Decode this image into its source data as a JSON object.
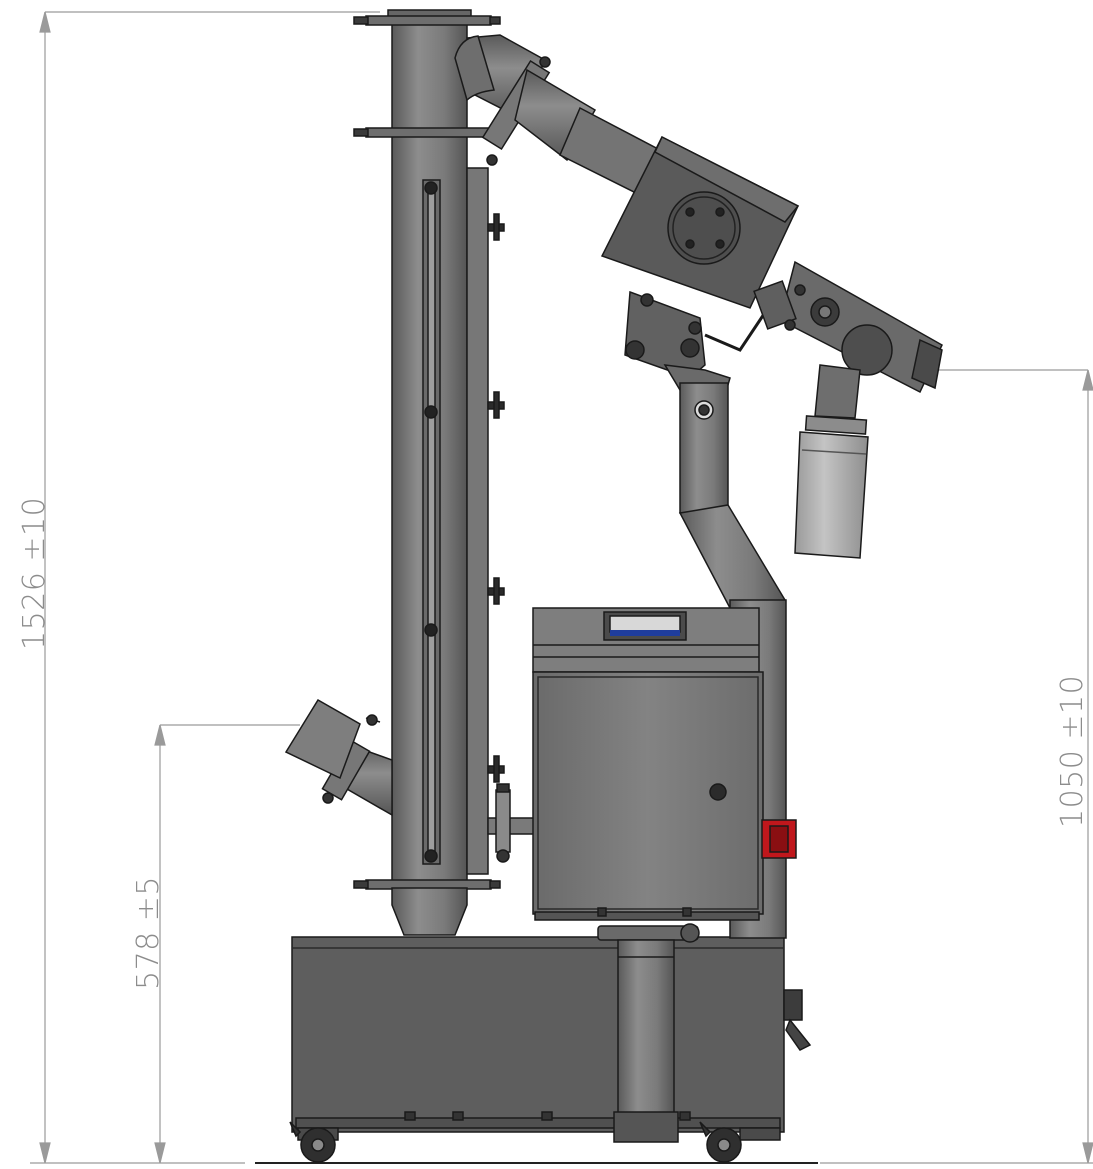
{
  "dimensions": {
    "overall_height": {
      "label": "1526 ±10",
      "value": 1526,
      "tolerance": 10
    },
    "inlet_height": {
      "label": "578 ±5",
      "value": 578,
      "tolerance": 5
    },
    "outlet_height": {
      "label": "1050 ±10",
      "value": 1050,
      "tolerance": 10
    }
  },
  "colors": {
    "steel_dark": "#5f5f5f",
    "steel_mid": "#7d7d7d",
    "steel_light": "#9c9c9c",
    "outline": "#1a1a1a",
    "dimension_line": "#8c8c8c",
    "display_blue": "#1f3d9e",
    "emergency_red": "#c0171c"
  }
}
